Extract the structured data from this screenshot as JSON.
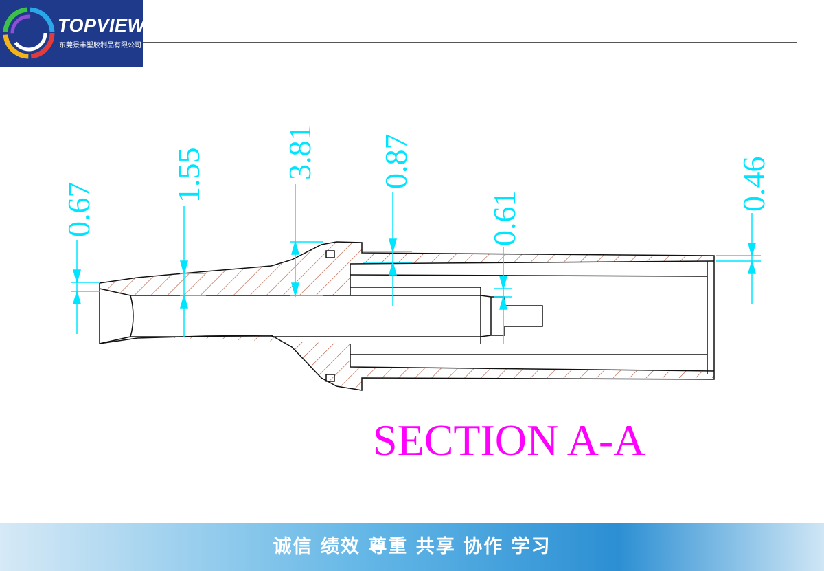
{
  "header": {
    "brand": "TOPVIEW",
    "company": "东莞景丰塑胶制品有限公司"
  },
  "drawing": {
    "section_label": "SECTION A-A",
    "dimensions": [
      {
        "name": "dimension-0-67",
        "text": "0.67"
      },
      {
        "name": "dimension-1-55",
        "text": "1.55"
      },
      {
        "name": "dimension-3-81",
        "text": "3.81"
      },
      {
        "name": "dimension-0-87",
        "text": "0.87"
      },
      {
        "name": "dimension-0-61",
        "text": "0.61"
      },
      {
        "name": "dimension-0-46",
        "text": "0.46"
      }
    ],
    "colors": {
      "dimension": "#00e5ff",
      "outline": "#111111",
      "hatch": "#b0553a",
      "section_label": "#ff00ff"
    }
  },
  "footer": {
    "slogan": "诚信  绩效  尊重  共享  协作  学习"
  }
}
